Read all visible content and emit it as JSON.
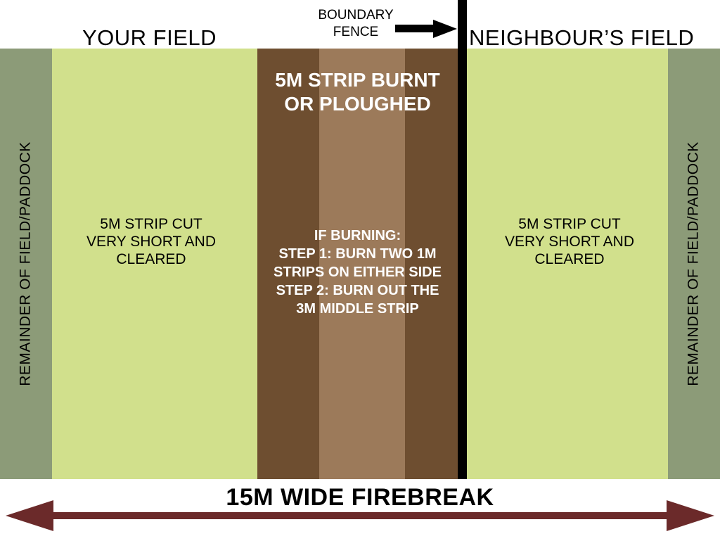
{
  "header": {
    "your_field": "YOUR FIELD",
    "neighbours_field": "NEIGHBOUR’S FIELD",
    "boundary_fence_lines": [
      "BOUNDARY",
      "FENCE"
    ]
  },
  "side_label": {
    "left": "REMAINDER OF FIELD/PADDOCK",
    "right": "REMAINDER OF FIELD/PADDOCK"
  },
  "cut_strip": {
    "left_lines": [
      "5M STRIP CUT",
      "VERY SHORT AND",
      "CLEARED"
    ],
    "right_lines": [
      "5M STRIP CUT",
      "VERY SHORT AND",
      "CLEARED"
    ]
  },
  "burn_strip": {
    "title_lines": [
      "5M STRIP BURNT",
      "OR PLOUGHED"
    ],
    "step_lines": [
      "IF BURNING:",
      "STEP 1: BURN TWO 1M",
      "STRIPS ON EITHER SIDE",
      "STEP 2: BURN OUT THE",
      "3M MIDDLE STRIP"
    ]
  },
  "footer": {
    "title": "15M WIDE FIREBREAK"
  },
  "colors": {
    "paddock": "#8c9b78",
    "cleared": "#d1e08c",
    "burnt_dark": "#6e4e30",
    "burnt_light": "#9c7a5a",
    "fence": "#000000",
    "arrow": "#6b2a2a"
  }
}
